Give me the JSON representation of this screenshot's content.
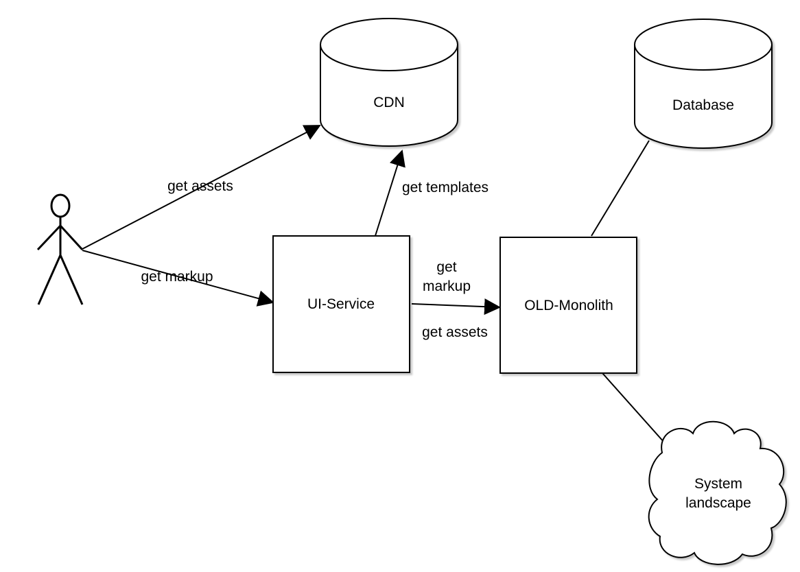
{
  "nodes": {
    "cdn": {
      "label": "CDN"
    },
    "database": {
      "label": "Database"
    },
    "ui_service": {
      "label": "UI-Service"
    },
    "monolith": {
      "label": "OLD-Monolith"
    },
    "system_landscape": {
      "label_line1": "System",
      "label_line2": "landscape"
    }
  },
  "edges": {
    "actor_to_cdn": {
      "label": "get assets"
    },
    "actor_to_ui": {
      "label": "get markup"
    },
    "ui_to_cdn": {
      "label": "get templates"
    },
    "ui_to_monolith": {
      "label_line1": "get",
      "label_line2": "markup",
      "label_secondary": "get assets"
    }
  },
  "colors": {
    "stroke": "#000000",
    "fill": "#ffffff",
    "shadow": "#d4d4d4"
  }
}
